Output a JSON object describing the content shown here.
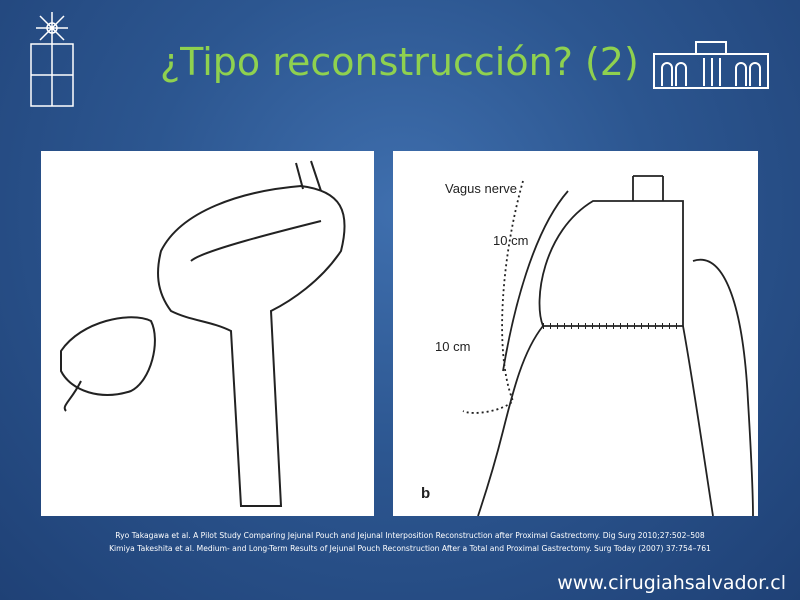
{
  "title": "¿Tipo reconstrucción? (2)",
  "figure_b": {
    "vagus_label": "Vagus nerve",
    "length_top": "10 cm",
    "length_bottom": "10 cm",
    "panel_letter": "b"
  },
  "citations": [
    "Ryo Takagawa et al. A Pilot Study Comparing Jejunal Pouch and Jejunal Interposition Reconstruction after Proximal Gastrectomy. Dig Surg 2010;27:502–508",
    "Kimiya Takeshita et al. Medium- and Long-Term Results of Jejunal Pouch Reconstruction After a Total and Proximal Gastrectomy. Surg Today (2007) 37:754–761"
  ],
  "footer_url": "www.cirugiahsalvador.cl"
}
